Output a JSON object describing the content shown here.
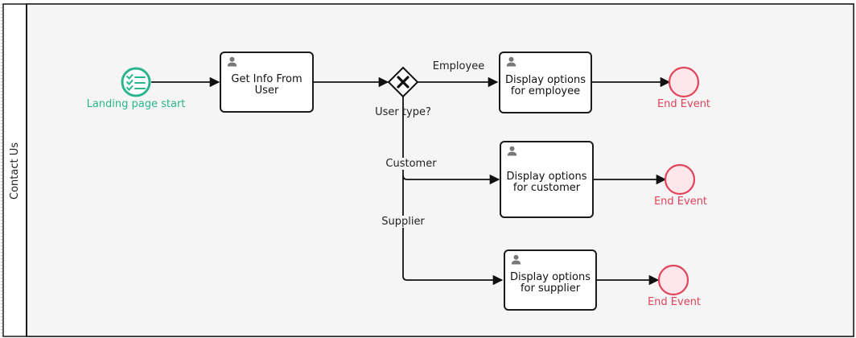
{
  "pool": {
    "label": "Contact Us"
  },
  "start_event": {
    "label": "Landing page start",
    "icon": "checklist-icon",
    "color": "#2bb58d"
  },
  "tasks": [
    {
      "label": "Get Info From User",
      "icon": "user-icon"
    },
    {
      "label": "Display options for employee",
      "icon": "user-icon"
    },
    {
      "label": "Display options for customer",
      "icon": "user-icon"
    },
    {
      "label": "Display options for supplier",
      "icon": "user-icon"
    }
  ],
  "gateway": {
    "label": "User type?",
    "icon": "exclusive-gateway-x-icon"
  },
  "flows": {
    "employee": "Employee",
    "customer": "Customer",
    "supplier": "Supplier"
  },
  "end_events": [
    {
      "label": "End Event"
    },
    {
      "label": "End Event"
    },
    {
      "label": "End Event"
    }
  ],
  "colors": {
    "start": "#2bb58d",
    "end": "#e0435a",
    "lane_background": "#f5f5f5",
    "stroke": "#1b1b1b"
  }
}
